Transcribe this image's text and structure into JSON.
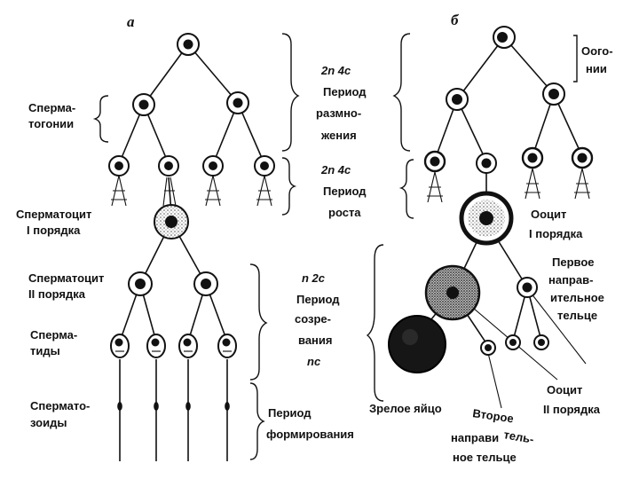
{
  "panels": {
    "left": {
      "label": "а"
    },
    "right": {
      "label": "б"
    }
  },
  "left_labels": {
    "spermatogonia": [
      "Сперма-",
      "тогонии"
    ],
    "spermatocyte_1": [
      "Сперматоцит",
      "I порядка"
    ],
    "spermatocyte_2": [
      "Сперматоцит",
      "II порядка"
    ],
    "spermatids": [
      "Сперма-",
      "тиды"
    ],
    "spermatozoa": [
      "Спермато-",
      "зоиды"
    ]
  },
  "periods": {
    "reproduction": {
      "formula": "2n 4c",
      "name": [
        "Период",
        "размно-",
        "жения"
      ]
    },
    "growth": {
      "formula": "2n 4c",
      "name": [
        "Период",
        "роста"
      ]
    },
    "maturation": {
      "formula": "n 2c",
      "name": [
        "Период",
        "созре-",
        "вания"
      ],
      "formula2": "nc"
    },
    "formation": {
      "name": [
        "Период",
        "формирования"
      ]
    }
  },
  "right_labels": {
    "oogonia": [
      "Оого-",
      "нии"
    ],
    "oocyte_1": [
      "Ооцит",
      "I порядка"
    ],
    "first_polar_body": [
      "Первое",
      "направ-",
      "ительное",
      "тельце"
    ],
    "mature_egg": "Зрелое яйцо",
    "second_polar_body": [
      "Второе",
      "направи",
      "тель-",
      "ное тельце"
    ],
    "oocyte_2": [
      "Ооцит",
      "II порядка"
    ]
  },
  "colors": {
    "ink": "#111111",
    "stipple": "#8a8a8a",
    "paper": "#ffffff"
  }
}
